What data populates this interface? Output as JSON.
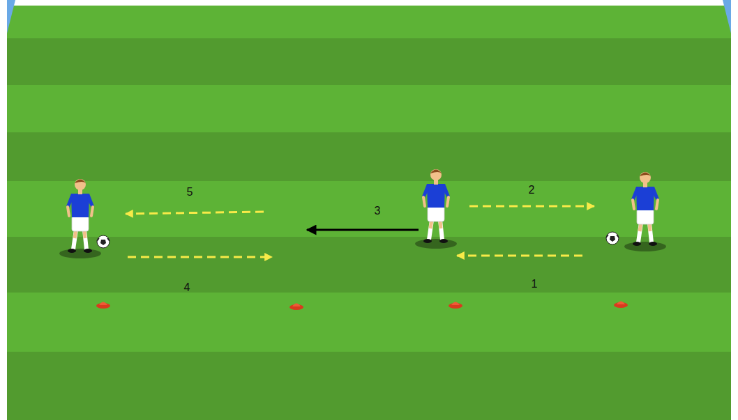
{
  "diagram": {
    "labels": [
      "5",
      "2",
      "3",
      "4",
      "1"
    ]
  }
}
